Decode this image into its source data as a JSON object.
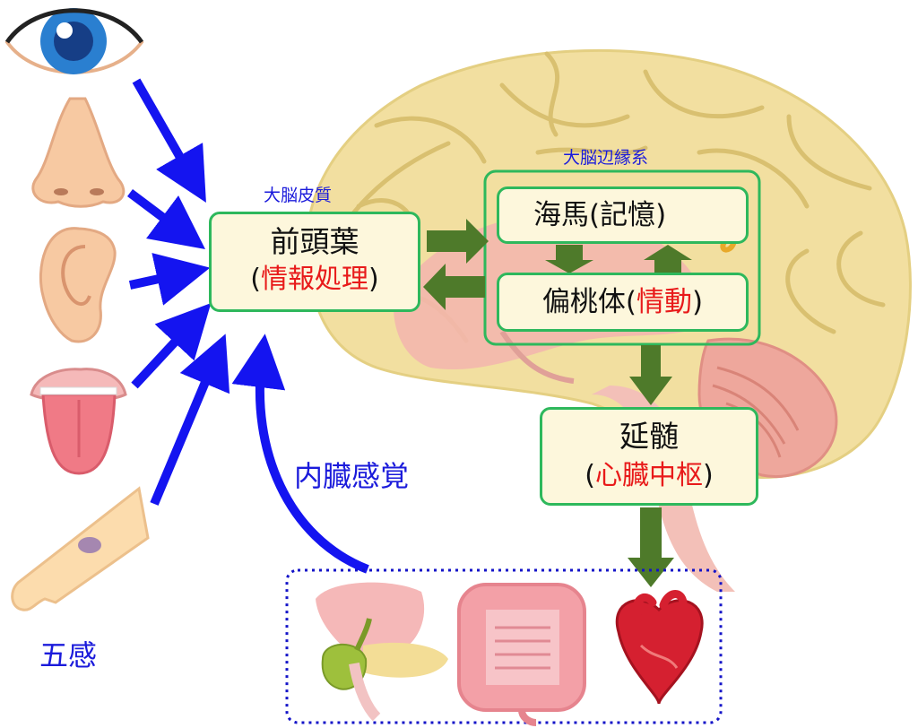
{
  "labels": {
    "cortex": "大脳皮質",
    "limbic": "大脳辺縁系",
    "interoception": "内臓感覚",
    "five_senses": "五感"
  },
  "boxes": {
    "prefrontal": {
      "name": "前頭葉",
      "open": "(",
      "detail": "情報処理",
      "close": ")"
    },
    "hippocampus": {
      "text": "海馬(記憶)"
    },
    "amygdala": {
      "name": "偏桃体",
      "open": "(",
      "detail": "情動",
      "close": ")"
    },
    "medulla": {
      "name": "延髄",
      "open": "(",
      "detail": "心臓中枢",
      "close": ")"
    }
  },
  "colors": {
    "box_fill": "#fdf7dc",
    "box_border": "#2eb85c",
    "blue_arrow": "#1414f0",
    "green_arrow": "#4e7a2a",
    "highlight_text": "#e81a1a",
    "brain_cortex": "#f2dfa0",
    "brain_inner": "#f0b8b0"
  },
  "icons": [
    "eye-icon",
    "nose-icon",
    "ear-icon",
    "tongue-icon",
    "arm-skin-icon",
    "pancreas-gallbladder-icon",
    "intestine-icon",
    "heart-icon",
    "seahorse-icon",
    "brain-illustration"
  ]
}
